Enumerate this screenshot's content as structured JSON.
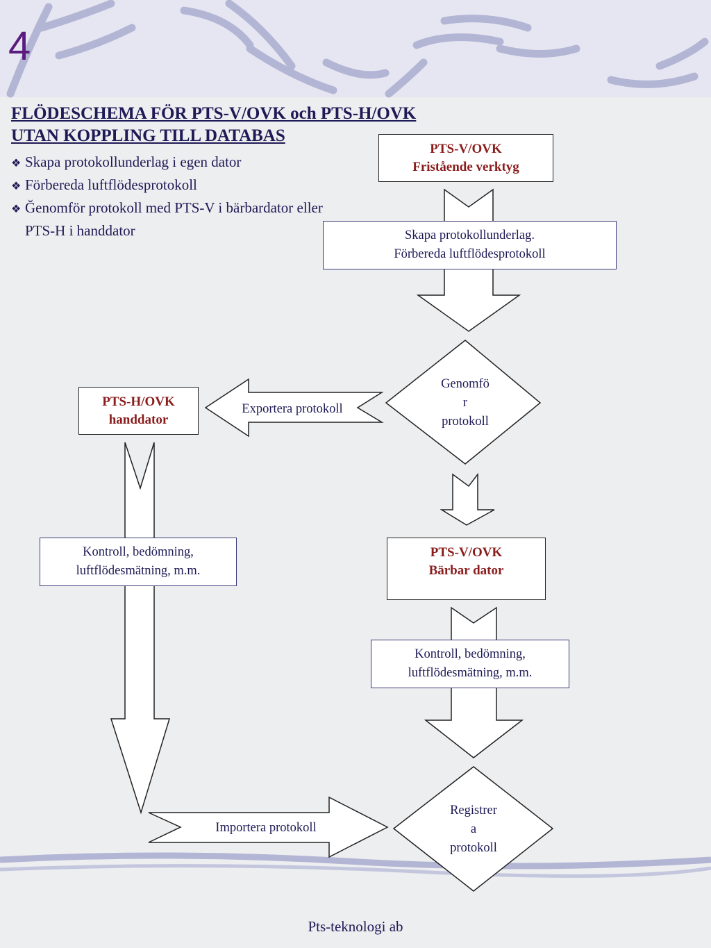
{
  "slide": {
    "number": "4",
    "footer": "Pts-teknologi ab"
  },
  "title": {
    "line1": "FLÖDESCHEMA FÖR PTS-V/OVK och PTS-H/OVK",
    "line2": "UTAN KOPPLING TILL DATABAS"
  },
  "bullets": [
    "Skapa protokollunderlag i egen dator",
    "Förbereda luftflödesprotokoll",
    "Ğenomför protokoll med PTS-V i bärbardator eller PTS-H i handdator"
  ],
  "flow": {
    "top_box": {
      "line1": "PTS-V/OVK",
      "line2": "Fristående verktyg"
    },
    "step_prepare": {
      "line1": "Skapa protokollunderlag.",
      "line2": "Förbereda luftflödesprotokoll"
    },
    "decision_perform": {
      "line1": "Genomfö",
      "line2": "r",
      "line3": "protokoll"
    },
    "export_label": "Exportera protokoll",
    "handheld_box": {
      "line1": "PTS-H/OVK",
      "line2": "handdator"
    },
    "control_left": {
      "line1": "Kontroll, bedömning,",
      "line2": "luftflödesmätning, m.m."
    },
    "laptop_box": {
      "line1": "PTS-V/OVK",
      "line2": "Bärbar dator"
    },
    "control_right": {
      "line1": "Kontroll, bedömning,",
      "line2": "luftflödesmätning, m.m."
    },
    "import_label": "Importera protokoll",
    "decision_register": {
      "line1": "Registrer",
      "line2": "a",
      "line3": "protokoll"
    }
  },
  "colors": {
    "accent": "#5b1a7d",
    "box_heading": "#8a1c1c",
    "text": "#1e1a55",
    "swoosh": "#b3b5d4"
  }
}
